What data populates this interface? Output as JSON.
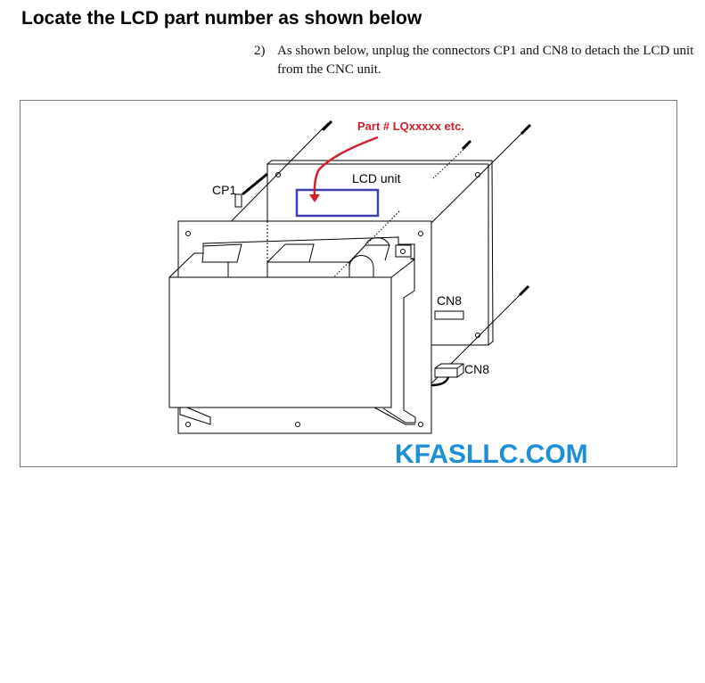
{
  "title": "Locate the LCD part number as shown below",
  "instruction": {
    "number": "2)",
    "text": "As shown below, unplug the connectors CP1 and CN8 to detach the LCD unit from the CNC unit."
  },
  "diagram": {
    "part_label": "Part # LQxxxxx etc.",
    "lcd_unit_label": "LCD unit",
    "cp1_label": "CP1",
    "cn8_label_upper": "CN8",
    "cn8_label_lower": "CN8",
    "highlight_color": "#3b3fb0",
    "arrow_color": "#d0202a"
  },
  "watermark": "KFASLLC.COM"
}
